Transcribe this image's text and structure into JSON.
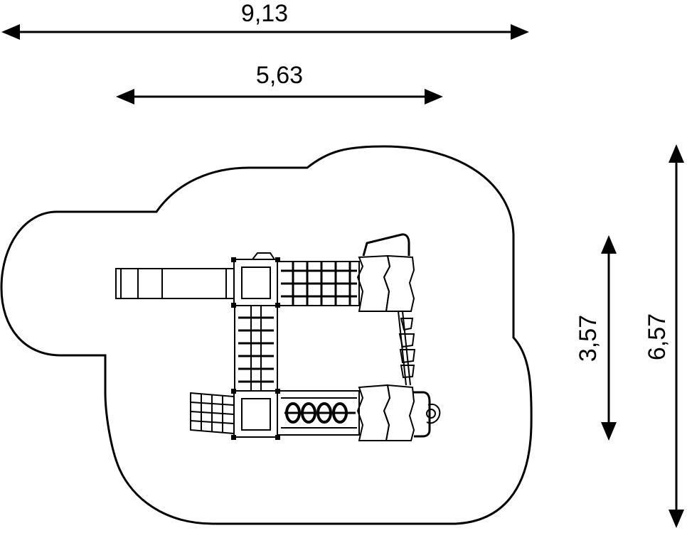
{
  "dimensions": {
    "overall_width": "9,13",
    "structure_width": "5,63",
    "structure_depth": "3,57",
    "overall_depth": "6,57"
  },
  "colors": {
    "line": "#000000",
    "background": "#ffffff"
  }
}
